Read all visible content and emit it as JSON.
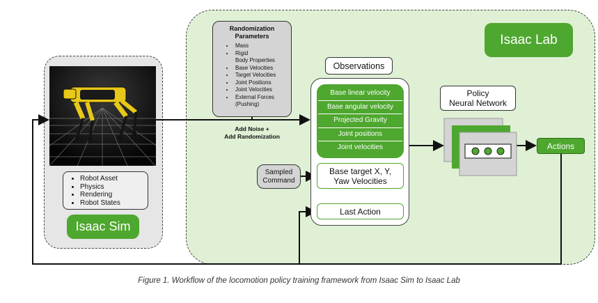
{
  "isaac_lab": {
    "label": "Isaac Lab"
  },
  "isaac_sim": {
    "label": "Isaac Sim",
    "items": [
      "Robot Asset",
      "Physics",
      "Rendering",
      "Robot States"
    ]
  },
  "randomization": {
    "title_line1": "Randomization",
    "title_line2": "Parameters",
    "items": [
      "Mass",
      "Rigid",
      "Body  Properties",
      "Base Velocities",
      "Target Velocities",
      "Joint Positions",
      "Joint Velocities",
      "External Forces",
      "(Pushing)"
    ]
  },
  "noise_label": {
    "line1": "Add Noise +",
    "line2": "Add Randomization"
  },
  "observations": {
    "label": "Observations",
    "items": [
      "Base linear velocity",
      "Base angular velocity",
      "Projected Gravity",
      "Joint positions",
      "Joint velocities"
    ],
    "base_target_line1": "Base target X, Y,",
    "base_target_line2": "Yaw Velocities",
    "last_action": "Last Action"
  },
  "sampled_command": {
    "line1": "Sampled",
    "line2": "Command"
  },
  "policy": {
    "line1": "Policy",
    "line2": "Neural Network"
  },
  "actions": {
    "label": "Actions"
  },
  "caption": "Figure 1. Workflow of the locomotion policy training framework from Isaac Sim to Isaac Lab",
  "colors": {
    "accent_green": "#4ea72e",
    "region_green": "#dff0d5",
    "gray_box": "#d4d4d4"
  }
}
